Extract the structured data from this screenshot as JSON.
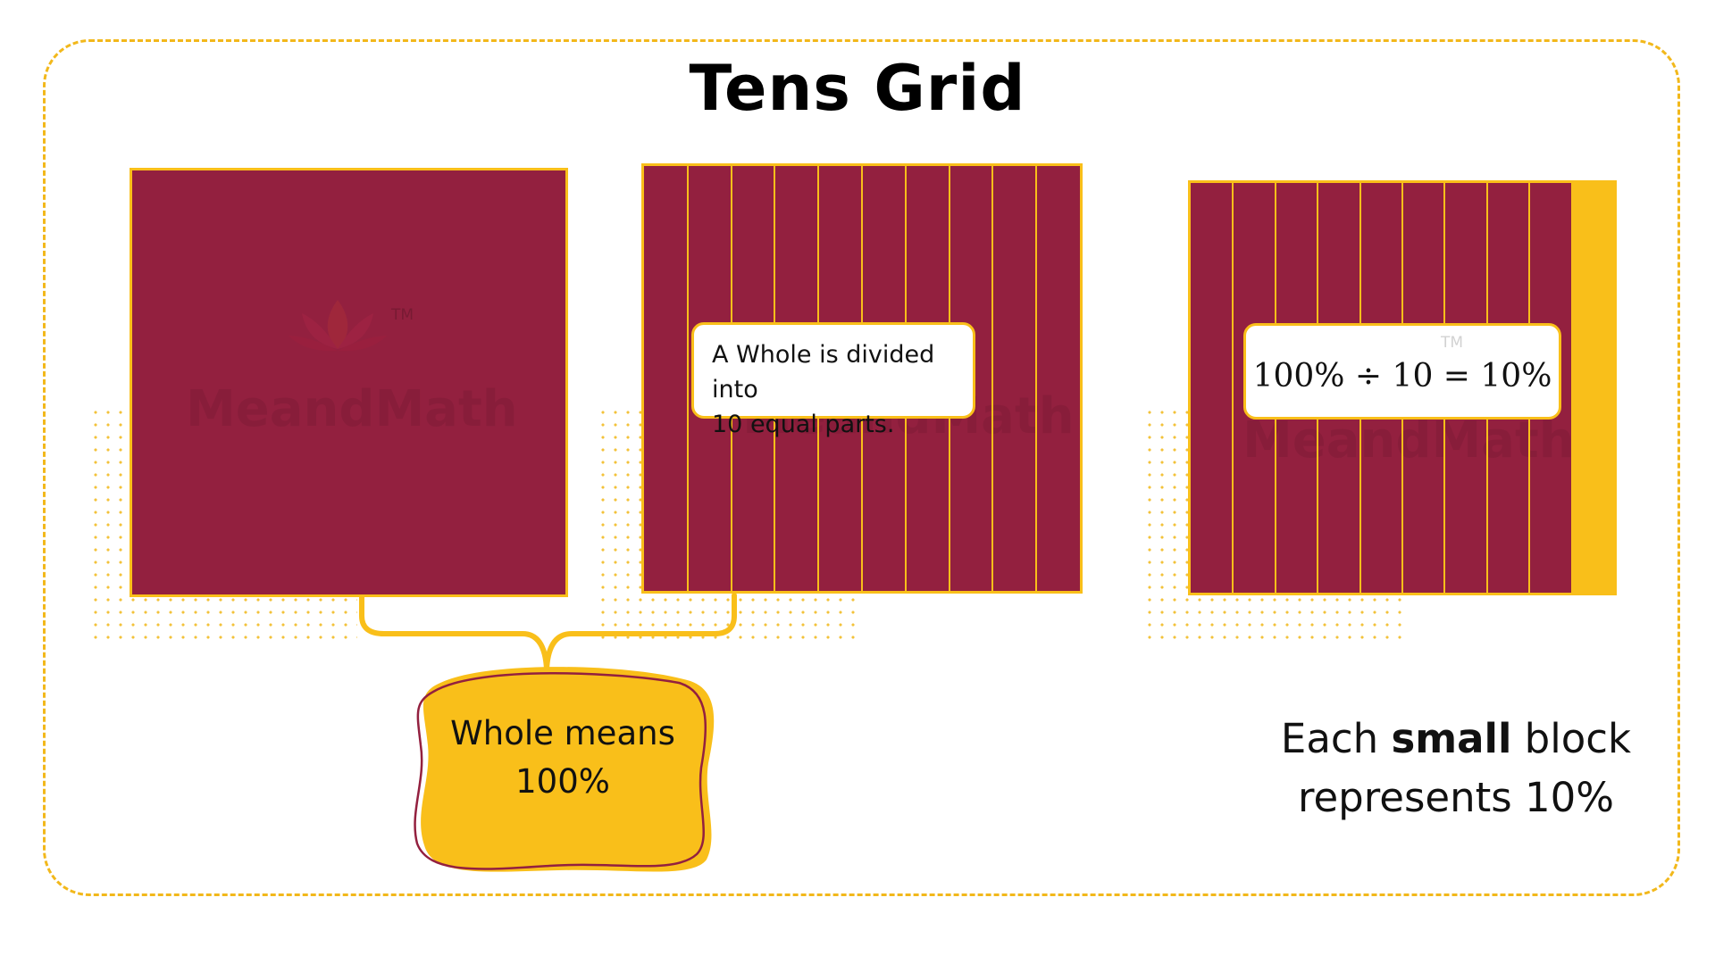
{
  "title": "Tens Grid",
  "colors": {
    "maroon": "#93203f",
    "yellow": "#f9bf1a",
    "frame": "#f2b81b"
  },
  "watermark": "MeandMath",
  "trademark": "TM",
  "grid_middle": {
    "divisions": 10
  },
  "grid_right": {
    "divisions": 10,
    "highlighted_columns": 1
  },
  "callout_middle": {
    "line1": "A Whole is divided into",
    "line2": "10 equal parts."
  },
  "callout_right": {
    "equation": "100% ÷ 10 = 10%"
  },
  "bubble": {
    "line1": "Whole means",
    "line2": "100%"
  },
  "caption": {
    "part1": "Each ",
    "bold": "small",
    "part2": " block",
    "line2": "represents 10%"
  }
}
